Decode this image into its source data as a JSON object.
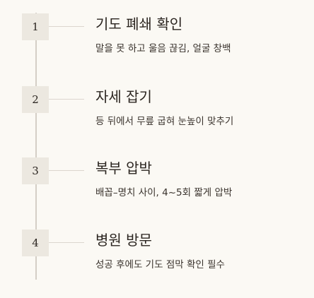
{
  "steps": [
    {
      "number": "1",
      "title": "기도 폐쇄 확인",
      "description": "말을 못 하고 울음 끊김, 얼굴 창백"
    },
    {
      "number": "2",
      "title": "자세 잡기",
      "description": "등 뒤에서 무릎 굽혀 눈높이 맞추기"
    },
    {
      "number": "3",
      "title": "복부 압박",
      "description": "배꼽–명치 사이, 4~5회 짧게 압박"
    },
    {
      "number": "4",
      "title": "병원 방문",
      "description": "성공 후에도 기도 점막 확인 필수"
    }
  ]
}
